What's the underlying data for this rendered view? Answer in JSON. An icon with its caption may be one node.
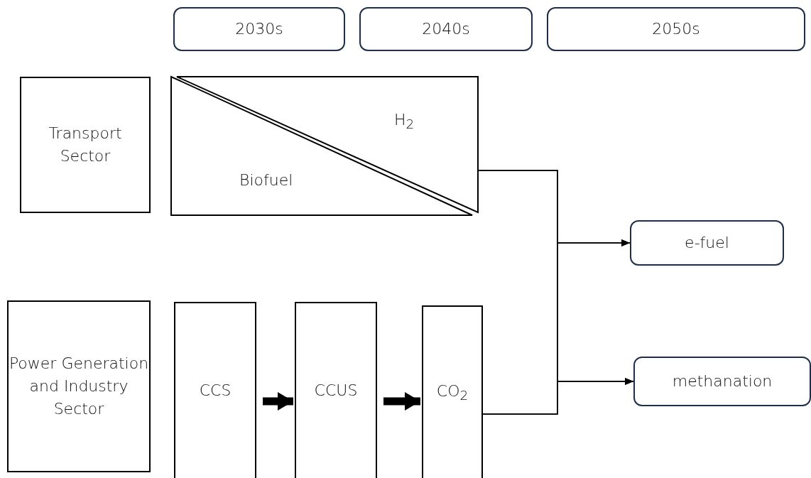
{
  "diagram": {
    "nodes": [
      {
        "text": [
          "2030s"
        ]
      },
      {
        "text": [
          "2040s"
        ]
      },
      {
        "text": [
          "2050s"
        ]
      },
      {
        "text": [
          "Transport Sector"
        ]
      },
      {
        "text": [
          "H$_{2}$"
        ]
      },
      {
        "text": [
          "Biofuel"
        ]
      },
      {
        "text": [
          "e-fuel"
        ]
      },
      {
        "text": [
          "Power Generation and Industry Sector"
        ]
      },
      {
        "text": [
          "CCS"
        ]
      },
      {
        "text": [
          "CCUS"
        ]
      },
      {
        "text": [
          "CO$_{2}$"
        ]
      },
      {
        "text": [
          "methanation"
        ]
      }
    ],
    "edges": [
      {
        "from": 4,
        "to": 6,
        "arrow": "to"
      },
      {
        "from": 4,
        "to": 11,
        "arrow": "to"
      },
      {
        "from": 10,
        "to": 6,
        "arrow": "to"
      },
      {
        "from": 10,
        "to": 11,
        "arrow": "to"
      },
      {
        "from": 8,
        "to": 9,
        "arrow": "to",
        "style": "thick"
      },
      {
        "from": 9,
        "to": 10,
        "arrow": "to",
        "style": "thick"
      }
    ]
  }
}
